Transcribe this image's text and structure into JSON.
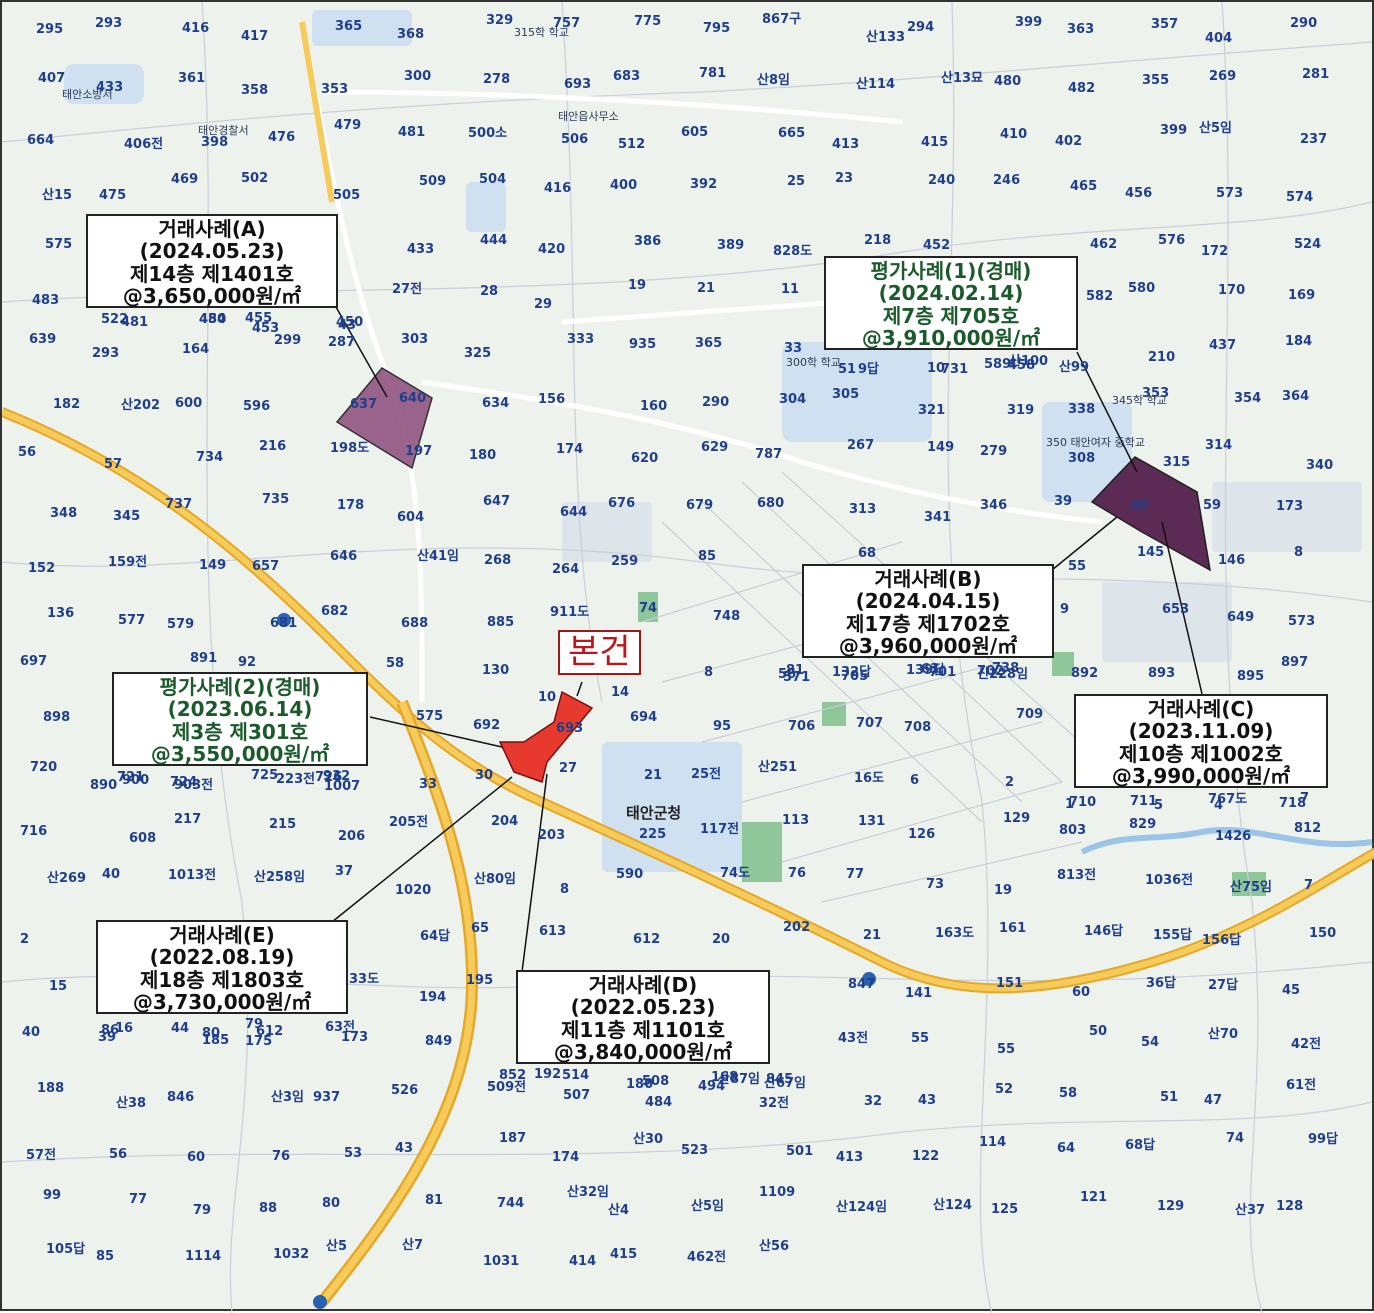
{
  "subject": {
    "label": "본건"
  },
  "callouts": [
    {
      "id": "a",
      "title": "거래사례(A)",
      "date": "(2024.05.23)",
      "unit": "제14층 제1401호",
      "price": "@3,650,000원/㎡"
    },
    {
      "id": "b",
      "title": "거래사례(B)",
      "date": "(2024.04.15)",
      "unit": "제17층 제1702호",
      "price": "@3,960,000원/㎡"
    },
    {
      "id": "c",
      "title": "거래사례(C)",
      "date": "(2023.11.09)",
      "unit": "제10층 제1002호",
      "price": "@3,990,000원/㎡"
    },
    {
      "id": "d",
      "title": "거래사례(D)",
      "date": "(2022.05.23)",
      "unit": "제11층 제1101호",
      "price": "@3,840,000원/㎡"
    },
    {
      "id": "e",
      "title": "거래사례(E)",
      "date": "(2022.08.19)",
      "unit": "제18층 제1803호",
      "price": "@3,730,000원/㎡"
    },
    {
      "id": "p1",
      "title": "평가사례(1)(경매)",
      "date": "(2024.02.14)",
      "unit": "제7층 제705호",
      "price": "@3,910,000원/㎡"
    },
    {
      "id": "p2",
      "title": "평가사례(2)(경매)",
      "date": "(2023.06.14)",
      "unit": "제3층 제301호",
      "price": "@3,550,000원/㎡"
    }
  ],
  "places": {
    "county_office": "태안군청",
    "town_office": "태안읍사무소",
    "school_315": "315학 학교",
    "school_300": "300학 학교",
    "school_345": "345학 학교",
    "girls_middle": "350 태안여자 중학교",
    "police": "태안경찰서",
    "fire": "태안소방서"
  },
  "parcels": [
    "295",
    "293",
    "416",
    "417",
    "365",
    "368",
    "329",
    "757",
    "775",
    "795",
    "867구",
    "산133",
    "294",
    "399",
    "363",
    "357",
    "404",
    "290",
    "407",
    "433",
    "361",
    "358",
    "353",
    "300",
    "278",
    "693",
    "683",
    "781",
    "산8임",
    "산114",
    "산13묘",
    "480",
    "482",
    "355",
    "269",
    "281",
    "664",
    "406전",
    "398",
    "476",
    "479",
    "481",
    "500소",
    "506",
    "512",
    "605",
    "665",
    "413",
    "415",
    "410",
    "402",
    "399",
    "산5임",
    "237",
    "산15",
    "475",
    "469",
    "502",
    "505",
    "509",
    "504",
    "416",
    "400",
    "392",
    "25",
    "23",
    "240",
    "246",
    "465",
    "456",
    "573",
    "574",
    "575",
    "522",
    "480",
    "455",
    "450",
    "433",
    "444",
    "420",
    "386",
    "389",
    "828도",
    "218",
    "452",
    "458",
    "462",
    "576",
    "172",
    "524",
    "483",
    "481",
    "454",
    "453",
    "43",
    "27전",
    "28",
    "29",
    "19",
    "21",
    "11",
    "9답",
    "10",
    "589",
    "582",
    "580",
    "170",
    "169",
    "639",
    "293",
    "164",
    "299",
    "287",
    "303",
    "325",
    "333",
    "935",
    "365",
    "33",
    "51",
    "731",
    "산100",
    "산99",
    "210",
    "437",
    "184",
    "182",
    "산202",
    "600",
    "596",
    "637",
    "640",
    "634",
    "156",
    "160",
    "290",
    "304",
    "305",
    "321",
    "319",
    "338",
    "353",
    "354",
    "364",
    "56",
    "57",
    "734",
    "216",
    "198도",
    "197",
    "180",
    "174",
    "620",
    "629",
    "787",
    "267",
    "149",
    "279",
    "308",
    "315",
    "314",
    "340",
    "348",
    "345",
    "737",
    "735",
    "178",
    "604",
    "647",
    "644",
    "676",
    "679",
    "680",
    "313",
    "341",
    "346",
    "39",
    "40",
    "59",
    "173",
    "152",
    "159전",
    "149",
    "657",
    "646",
    "산41임",
    "268",
    "264",
    "259",
    "85",
    "81",
    "68",
    "63",
    "738",
    "55",
    "145",
    "146",
    "8",
    "136",
    "577",
    "579",
    "681",
    "682",
    "688",
    "885",
    "911도",
    "74",
    "748",
    "56",
    "132답",
    "139답",
    "신228임",
    "9",
    "653",
    "649",
    "573",
    "697",
    "890",
    "891",
    "92",
    "932",
    "58",
    "130",
    "10",
    "14",
    "8",
    "571",
    "705",
    "701",
    "702",
    "892",
    "893",
    "895",
    "897",
    "898",
    "900",
    "903전",
    "223전",
    "1007",
    "575",
    "692",
    "693",
    "694",
    "95",
    "706",
    "707",
    "708",
    "709",
    "710",
    "711",
    "767도",
    "718",
    "720",
    "721",
    "724",
    "725",
    "726",
    "33",
    "30",
    "27",
    "21",
    "25전",
    "산251",
    "16도",
    "6",
    "2",
    "1",
    "5",
    "4",
    "7",
    "716",
    "608",
    "217",
    "215",
    "206",
    "205전",
    "204",
    "203",
    "225",
    "117전",
    "113",
    "131",
    "126",
    "129",
    "803",
    "829",
    "1426",
    "812",
    "산269",
    "40",
    "1013전",
    "산258임",
    "37",
    "1020",
    "산80임",
    "8",
    "590",
    "74도",
    "76",
    "77",
    "73",
    "19",
    "813전",
    "1036전",
    "산75임",
    "7",
    "2",
    "86",
    "80",
    "79",
    "63전",
    "64답",
    "65",
    "613",
    "612",
    "20",
    "202",
    "21",
    "163도",
    "161",
    "146답",
    "155답",
    "156답",
    "150",
    "15",
    "16",
    "44",
    "612",
    "33도",
    "194",
    "195",
    "192",
    "180",
    "168",
    "845",
    "847",
    "141",
    "151",
    "60",
    "36답",
    "27답",
    "45",
    "40",
    "39",
    "185",
    "175",
    "173",
    "849",
    "852",
    "514",
    "508",
    "산87임",
    "산67임",
    "43전",
    "55",
    "55",
    "50",
    "54",
    "산70",
    "42전",
    "188",
    "산38",
    "846",
    "산3임",
    "937",
    "526",
    "509전",
    "507",
    "484",
    "494",
    "32전",
    "32",
    "43",
    "52",
    "58",
    "51",
    "47",
    "61전",
    "57전",
    "56",
    "60",
    "76",
    "53",
    "43",
    "187",
    "174",
    "산30",
    "523",
    "501",
    "413",
    "122",
    "114",
    "64",
    "68답",
    "74",
    "99답",
    "99",
    "77",
    "79",
    "88",
    "80",
    "81",
    "744",
    "산32임",
    "산4",
    "산5임",
    "1109",
    "산124임",
    "산124",
    "125",
    "121",
    "129",
    "산37",
    "128",
    "105답",
    "85",
    "1114",
    "1032",
    "산5",
    "산7",
    "1031",
    "414",
    "415",
    "462전",
    "산56"
  ]
}
